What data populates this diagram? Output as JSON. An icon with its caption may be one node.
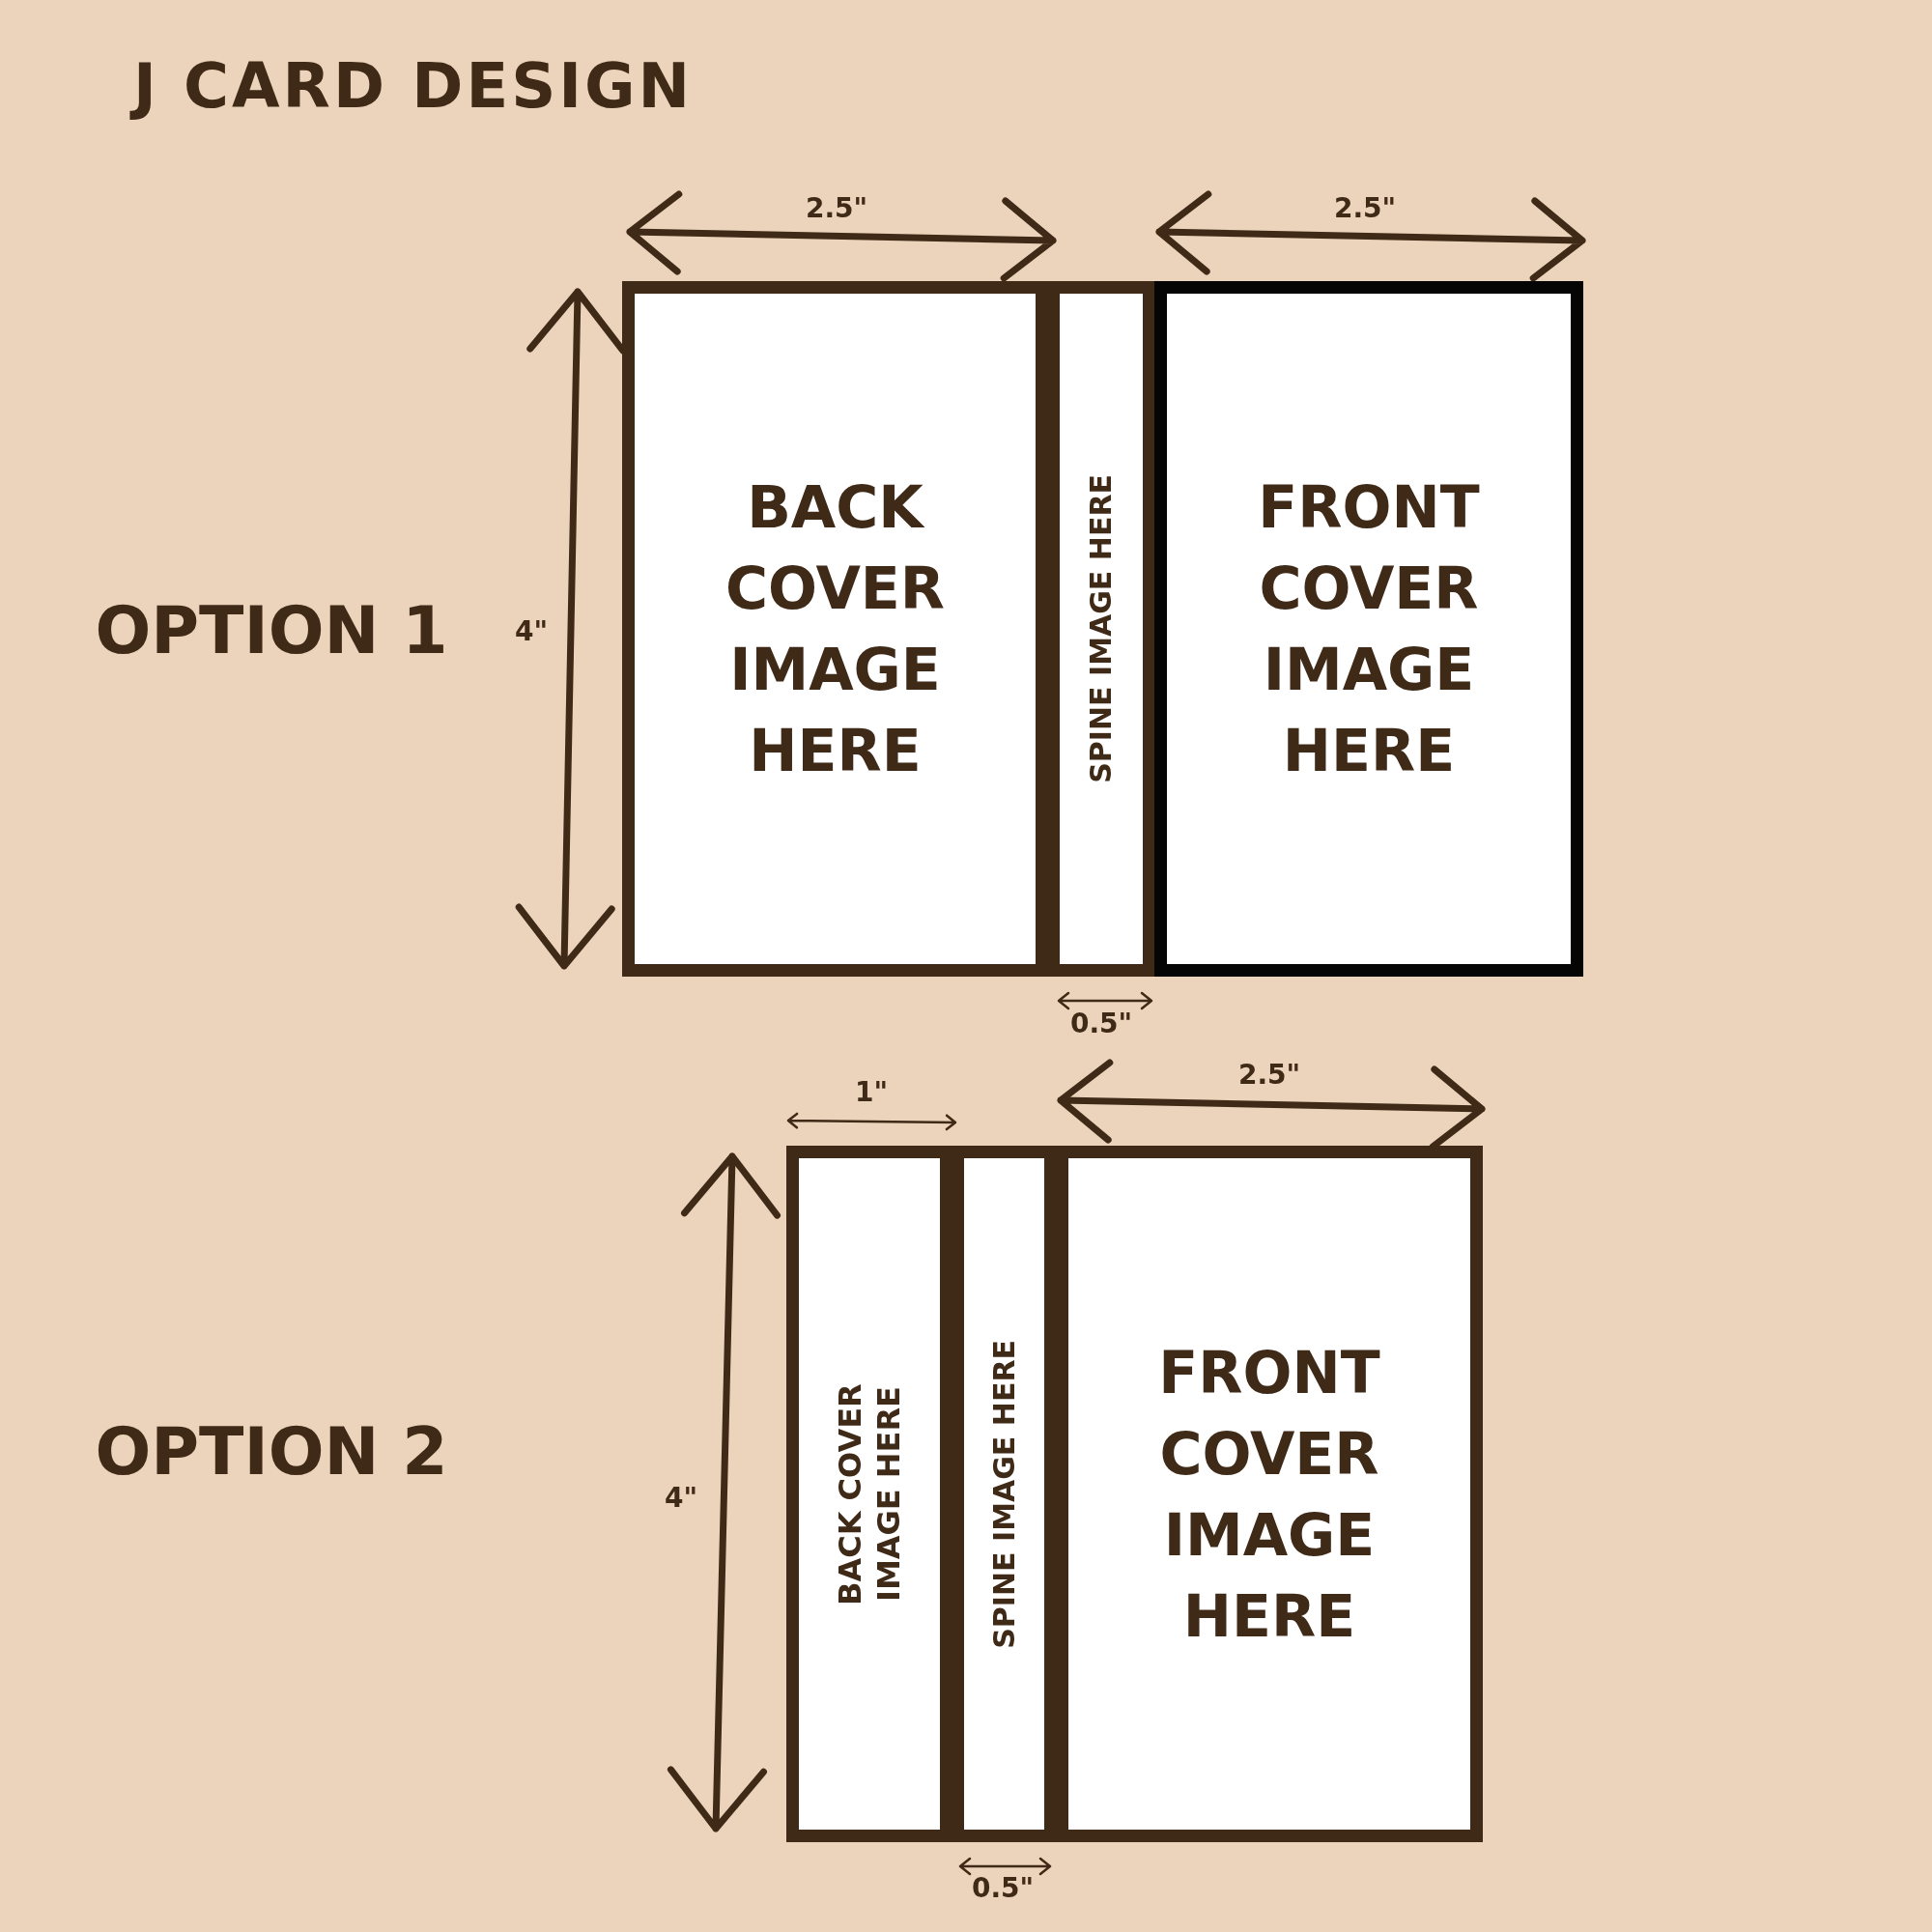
{
  "diagram": {
    "title": "J CARD DESIGN",
    "nodes": [
      {
        "text": [
          "BACK COVER IMAGE HERE"
        ]
      },
      {
        "text": [
          "SPINE IMAGE HERE"
        ]
      },
      {
        "text": [
          "FRONT COVER IMAGE HERE"
        ]
      },
      {
        "text": [
          "BACK COVER IMAGE HERE"
        ]
      },
      {
        "text": [
          "SPINE IMAGE HERE"
        ]
      },
      {
        "text": [
          "FRONT COVER IMAGE HERE"
        ]
      }
    ],
    "labels": [
      "2.5\"",
      "2.5\"",
      "OPTION 1",
      "4\"",
      "0.5\"",
      "1\"",
      "2.5\"",
      "OPTION 2",
      "4\"",
      "0.5\""
    ]
  }
}
